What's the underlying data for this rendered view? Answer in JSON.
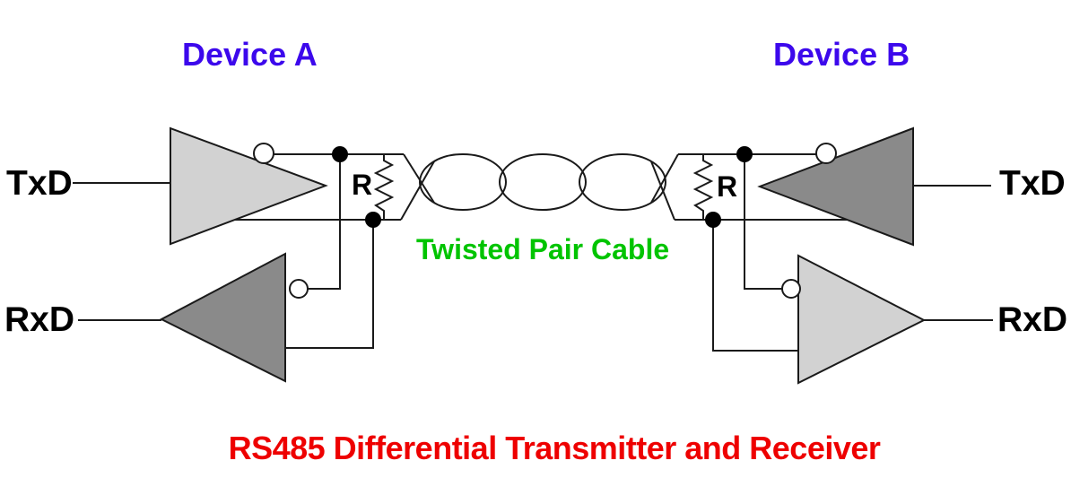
{
  "diagram": {
    "title": "RS485 Differential Transmitter and Receiver",
    "cable_label": "Twisted Pair Cable",
    "device_a": {
      "label": "Device A",
      "txd_label": "TxD",
      "rxd_label": "RxD",
      "termination_resistor_label": "R"
    },
    "device_b": {
      "label": "Device B",
      "txd_label": "TxD",
      "rxd_label": "RxD",
      "termination_resistor_label": "R"
    },
    "colors": {
      "device_label": "#3C08EC",
      "cable_label": "#00C400",
      "title": "#EE0000",
      "signal_label": "#000000",
      "resistor_label": "#000000",
      "driver_light_fill": "#D2D2D2",
      "driver_dark_fill": "#8A8A8A",
      "wire": "#1A1A1A",
      "bubble_fill": "#FFFFFF",
      "junction_dot": "#000000"
    }
  }
}
